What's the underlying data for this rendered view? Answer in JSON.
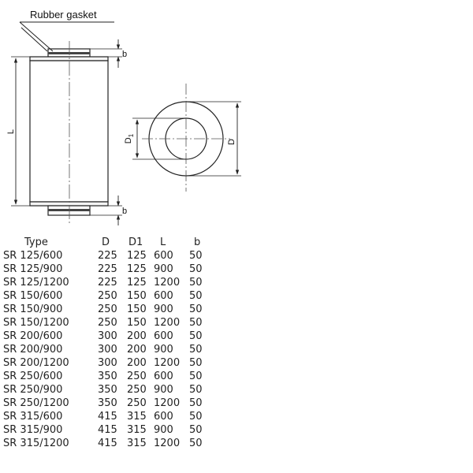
{
  "drawing": {
    "annotation_gasket": "Rubber gasket",
    "dim_length": "L",
    "dim_gasket_width": "b",
    "dim_outer_diameter": "D",
    "dim_inner_diameter_base": "D",
    "dim_inner_diameter_sub": "1"
  },
  "table": {
    "headers": [
      "Type",
      "D",
      "D1",
      "L",
      "b"
    ],
    "rows": [
      [
        "SR 125/600",
        "225",
        "125",
        "600",
        "50"
      ],
      [
        "SR 125/900",
        "225",
        "125",
        "900",
        "50"
      ],
      [
        "SR 125/1200",
        "225",
        "125",
        "1200",
        "50"
      ],
      [
        "SR 150/600",
        "250",
        "150",
        "600",
        "50"
      ],
      [
        "SR 150/900",
        "250",
        "150",
        "900",
        "50"
      ],
      [
        "SR 150/1200",
        "250",
        "150",
        "1200",
        "50"
      ],
      [
        "SR 200/600",
        "300",
        "200",
        "600",
        "50"
      ],
      [
        "SR 200/900",
        "300",
        "200",
        "900",
        "50"
      ],
      [
        "SR 200/1200",
        "300",
        "200",
        "1200",
        "50"
      ],
      [
        "SR 250/600",
        "350",
        "250",
        "600",
        "50"
      ],
      [
        "SR 250/900",
        "350",
        "250",
        "900",
        "50"
      ],
      [
        "SR 250/1200",
        "350",
        "250",
        "1200",
        "50"
      ],
      [
        "SR 315/600",
        "415",
        "315",
        "600",
        "50"
      ],
      [
        "SR 315/900",
        "415",
        "315",
        "900",
        "50"
      ],
      [
        "SR 315/1200",
        "415",
        "315",
        "1200",
        "50"
      ]
    ]
  }
}
